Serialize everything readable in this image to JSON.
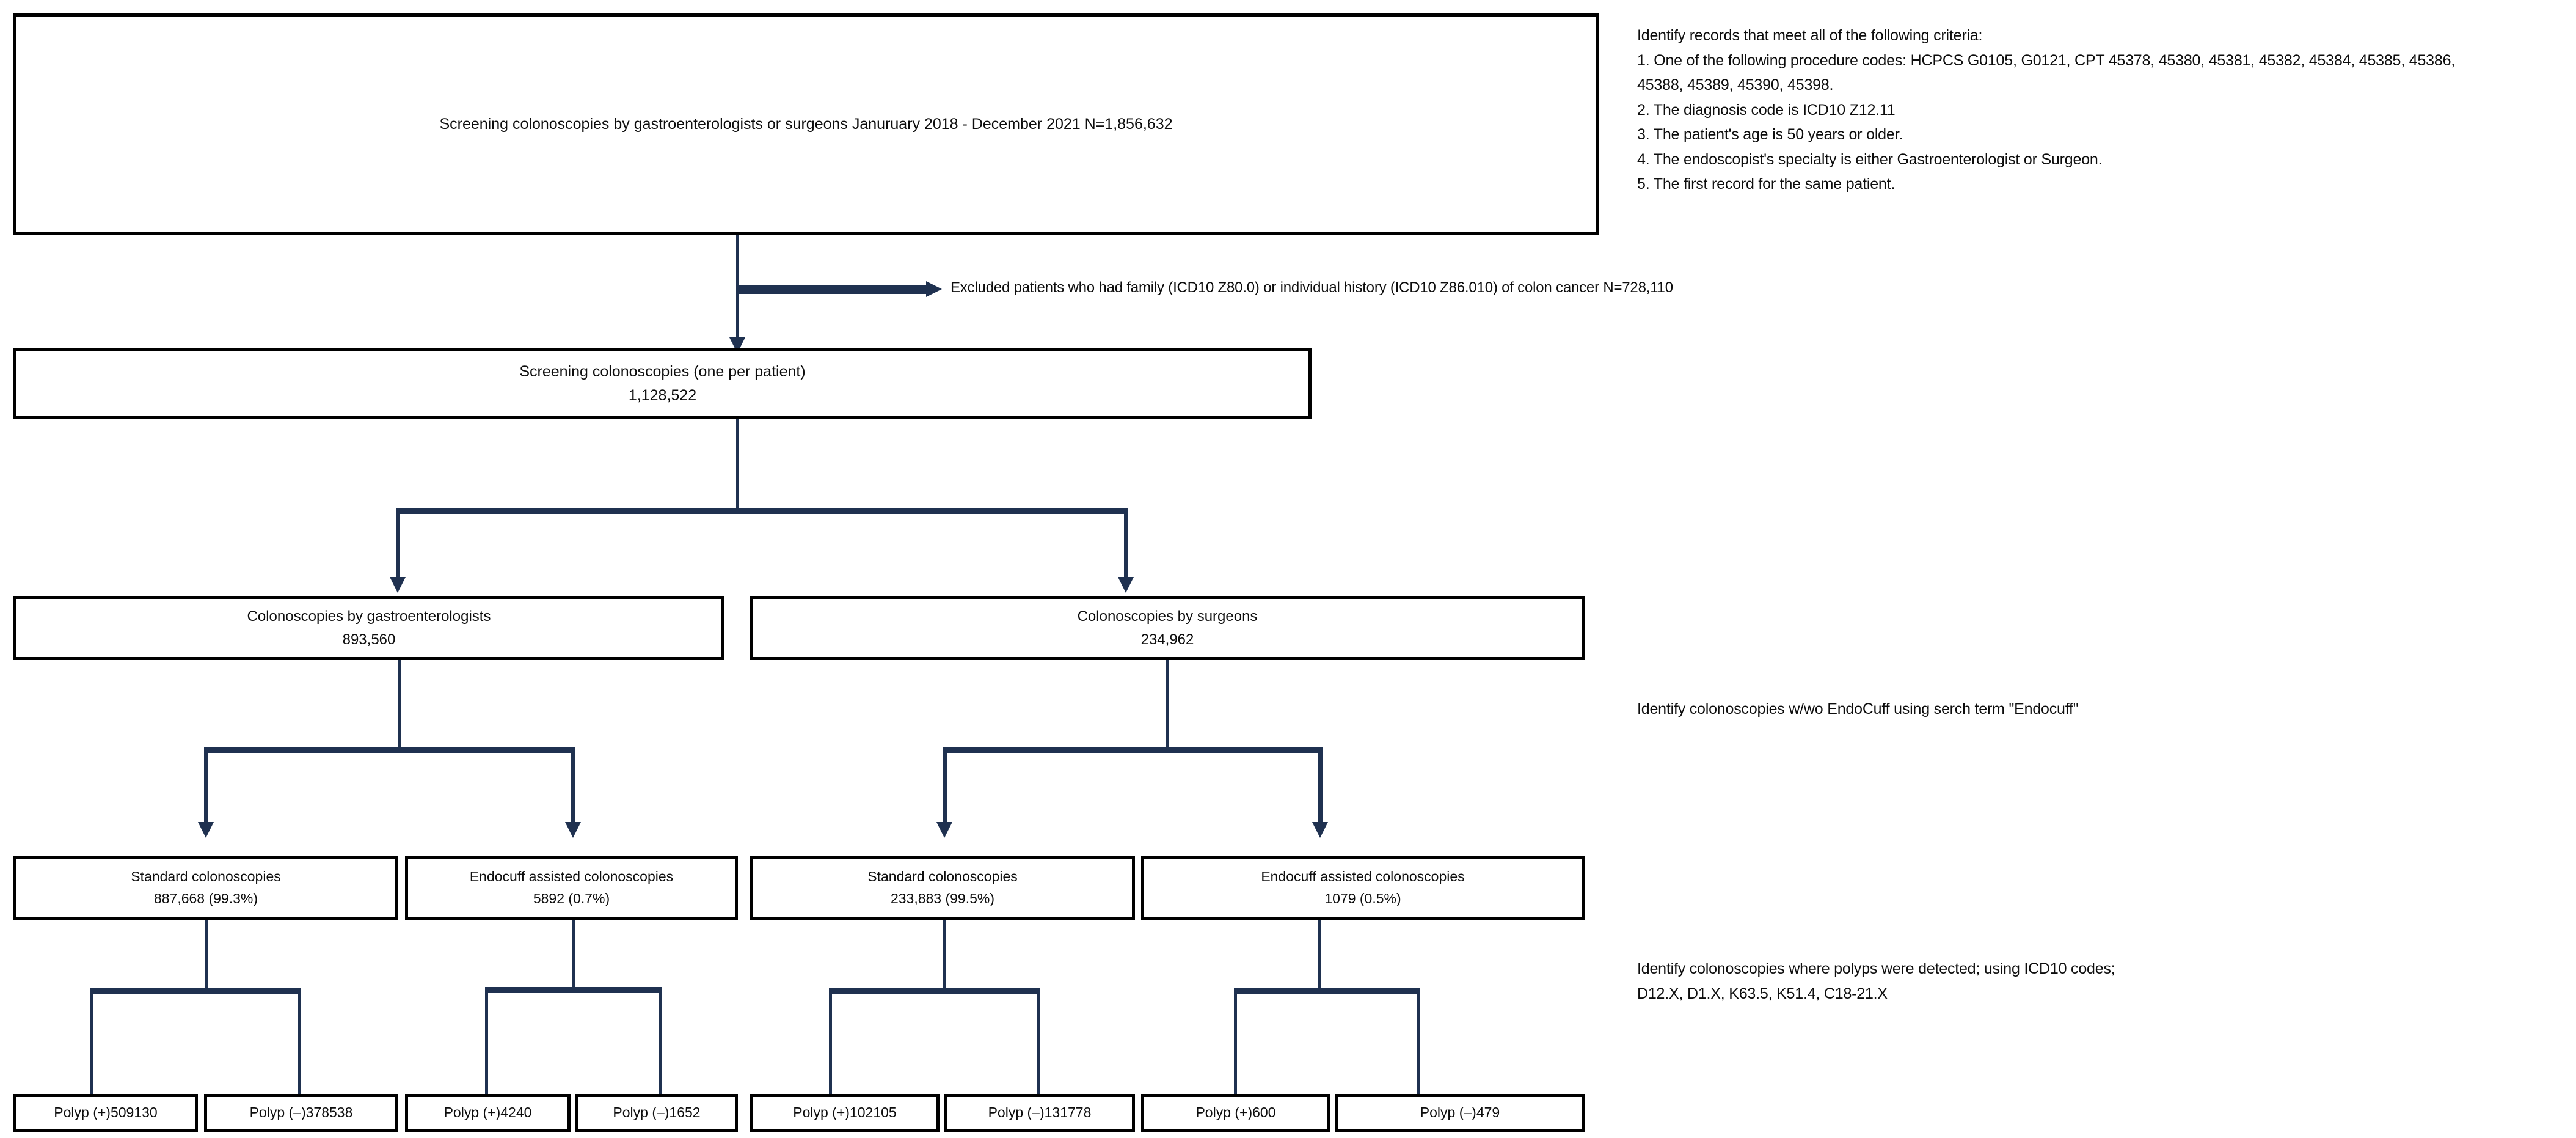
{
  "diagram": {
    "title": "Screening colonoscopy study flow diagram",
    "accent_color": "#1f3150",
    "box_border_color": "#000000",
    "nodes": {
      "root": {
        "line1": "Screening colonoscopies by gastroenterologists or surgeons Januruary 2018 - December 2021 N=1,856,632",
        "line2": ""
      },
      "excluded": {
        "label": "Excluded patients who had family (ICD10 Z80.0) or individual history (ICD10 Z86.010) of colon cancer N=728,110"
      },
      "one_per_patient": {
        "line1": "Screening colonoscopies (one per patient)",
        "line2": "1,128,522"
      },
      "gastro": {
        "line1": "Colonoscopies by gastroenterologists",
        "line2": "893,560"
      },
      "surgeons": {
        "line1": "Colonoscopies by surgeons",
        "line2": "234,962"
      },
      "gastro_standard": {
        "line1": "Standard colonoscopies",
        "line2": "887,668 (99.3%)"
      },
      "gastro_endocuff": {
        "line1": "Endocuff assisted colonoscopies",
        "line2": "5892 (0.7%)"
      },
      "surgeon_standard": {
        "line1": "Standard colonoscopies",
        "line2": "233,883 (99.5%)"
      },
      "surgeon_endocuff": {
        "line1": "Endocuff assisted colonoscopies",
        "line2": "1079 (0.5%)"
      },
      "polyp_1": {
        "line1": "Polyp (+)509130",
        "line2": ""
      },
      "polyp_2": {
        "line1": "Polyp (–)378538",
        "line2": ""
      },
      "polyp_3": {
        "line1": "Polyp (+)4240",
        "line2": ""
      },
      "polyp_4": {
        "line1": "Polyp (–)1652",
        "line2": ""
      },
      "polyp_5": {
        "line1": "Polyp (+)102105",
        "line2": ""
      },
      "polyp_6": {
        "line1": "Polyp (–)131778",
        "line2": ""
      },
      "polyp_7": {
        "line1": "Polyp (+)600",
        "line2": ""
      },
      "polyp_8": {
        "line1": "Polyp (–)479",
        "line2": ""
      }
    },
    "notes": {
      "criteria": {
        "heading": "Identify records that meet all of the following criteria:",
        "items": [
          "1. One of the following procedure codes: HCPCS G0105, G0121, CPT 45378, 45380, 45381, 45382, 45384, 45385, 45386,",
          "45388, 45389, 45390, 45398.",
          "2. The diagnosis code is ICD10 Z12.11",
          "3. The patient's age is 50 years or older.",
          "4. The endoscopist's specialty is either Gastroenterologist or Surgeon.",
          "5.  The first record for the same patient."
        ]
      },
      "endocuff": {
        "lines": [
          "Identify colonoscopies w/wo EndoCuff using serch term \"Endocuff\""
        ]
      },
      "polyps": {
        "lines": [
          "Identify colonoscopies where polyps were detected; using ICD10 codes;",
          "D12.X, D1.X, K63.5, K51.4, C18-21.X"
        ]
      }
    }
  }
}
